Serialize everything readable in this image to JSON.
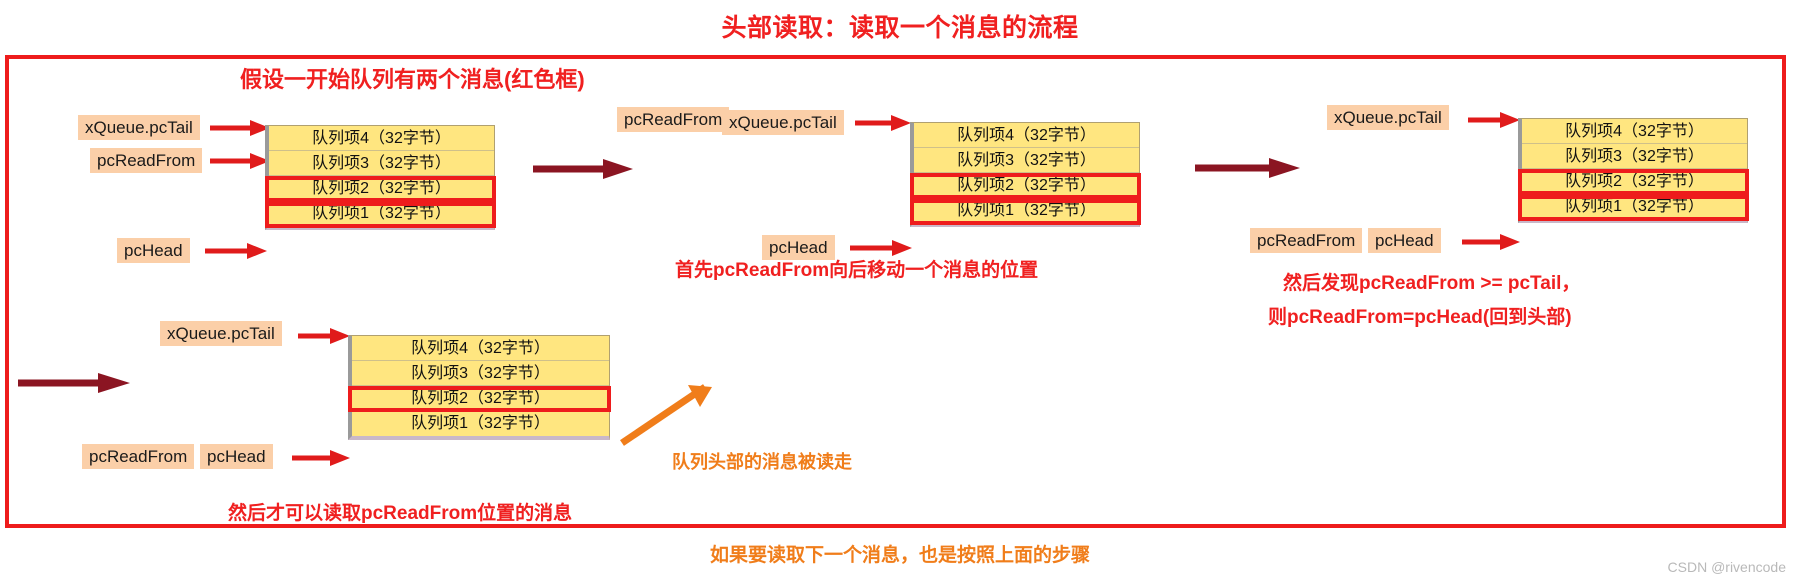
{
  "title": "头部读取：读取一个消息的流程",
  "section_heading": "假设一开始队列有两个消息(红色框)",
  "queue_rows": {
    "item4": "队列项4（32字节）",
    "item3": "队列项3（32字节）",
    "item2": "队列项2（32字节）",
    "item1": "队列项1（32字节）"
  },
  "pointers": {
    "pcTail": "xQueue.pcTail",
    "pcReadFrom": "pcReadFrom",
    "pcHead": "pcHead"
  },
  "steps": [
    {
      "id": "step1",
      "caption": "",
      "labels": [
        "xQueue.pcTail",
        "pcReadFrom",
        "pcHead"
      ]
    },
    {
      "id": "step2",
      "caption": "首先pcReadFrom向后移动一个消息的位置",
      "labels": [
        "pcReadFrom",
        "xQueue.pcTail",
        "pcHead"
      ]
    },
    {
      "id": "step3",
      "caption_line1": "然后发现pcReadFrom >= pcTail，",
      "caption_line2": "则pcReadFrom=pcHead(回到头部)",
      "labels": [
        "xQueue.pcTail",
        "pcReadFrom",
        "pcHead"
      ]
    },
    {
      "id": "step4",
      "caption": "然后才可以读取pcReadFrom位置的消息",
      "annotation": "队列头部的消息被读走",
      "labels": [
        "xQueue.pcTail",
        "pcReadFrom",
        "pcHead"
      ]
    }
  ],
  "captions": {
    "step2": "首先pcReadFrom向后移动一个消息的位置",
    "step3_line1": "然后发现pcReadFrom >= pcTail，",
    "step3_line2": "则pcReadFrom=pcHead(回到头部)",
    "step4": "然后才可以读取pcReadFrom位置的消息",
    "step4_annotation": "队列头部的消息被读走",
    "footer": "如果要读取下一个消息，也是按照上面的步骤"
  },
  "watermark": "CSDN @rivencode",
  "colors": {
    "title_red": "#f02020",
    "frame_red": "#ee1c1c",
    "queue_yellow": "#ffe680",
    "label_peach": "#fbcfa8",
    "arrow_red": "#e01b1b",
    "arrow_darkred": "#8b1522",
    "arrow_orange": "#f07d1a",
    "watermark_gray": "#b9b9b9"
  }
}
